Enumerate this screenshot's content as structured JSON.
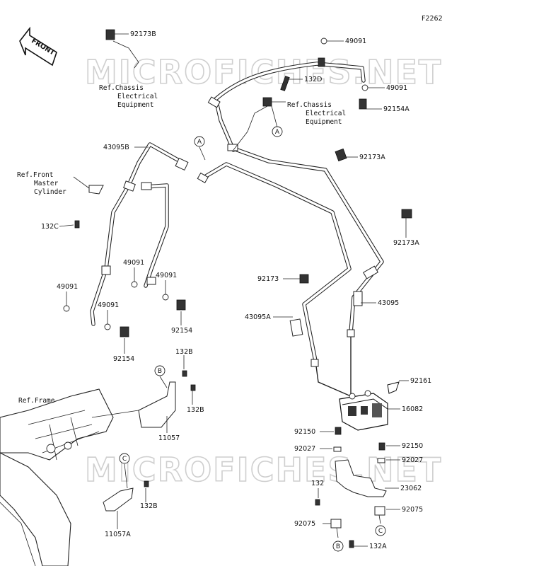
{
  "diagram_code": "F2262",
  "front_label": "FRONT",
  "watermarks": [
    "MICROFICHES.NET",
    "MICROFICHES.NET"
  ],
  "labels": {
    "l92173B": "92173B",
    "l49091_top": "49091",
    "l132D": "132D",
    "l49091_mid": "49091",
    "l92154A": "92154A",
    "l43095B": "43095B",
    "l92173A_1": "92173A",
    "l92173A_2": "92173A",
    "l132C": "132C",
    "l49091_a": "49091",
    "l49091_b": "49091",
    "l49091_c": "49091",
    "l49091_d": "49091",
    "l92154_a": "92154",
    "l92154_b": "92154",
    "l92173": "92173",
    "l43095A": "43095A",
    "l43095": "43095",
    "l132B_1": "132B",
    "l132B_2": "132B",
    "l132B_3": "132B",
    "l11057": "11057",
    "l11057A": "11057A",
    "l92161": "92161",
    "l16082": "16082",
    "l92150_a": "92150",
    "l92150_b": "92150",
    "l92027_a": "92027",
    "l92027_b": "92027",
    "l132": "132",
    "l23062": "23062",
    "l92075_a": "92075",
    "l92075_b": "92075",
    "l132A": "132A"
  },
  "refs": {
    "chassis1": [
      "Ref.Chassis",
      "Electrical",
      "Equipment"
    ],
    "chassis2": [
      "Ref.Chassis",
      "Electrical",
      "Equipment"
    ],
    "master": [
      "Ref.Front",
      "Master",
      "Cylinder"
    ],
    "frame": "Ref.Frame"
  },
  "callouts": {
    "a1": "A",
    "a2": "A",
    "b1": "B",
    "b2": "B",
    "c1": "C",
    "c2": "C"
  }
}
